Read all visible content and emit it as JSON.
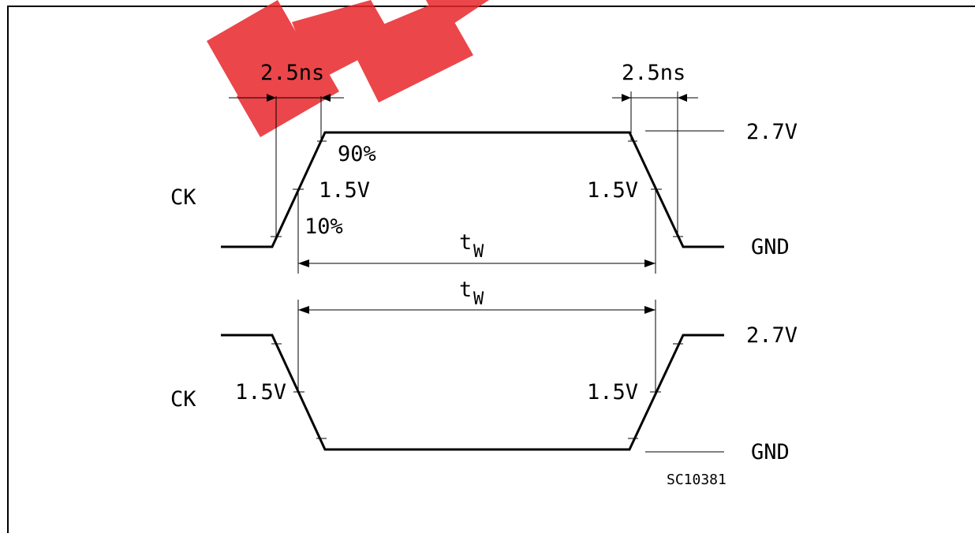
{
  "diagram": {
    "top_waveform": {
      "signal_label": "CK",
      "rise_time_label": "2.5ns",
      "fall_time_label": "2.5ns",
      "high_level_label": "2.7V",
      "low_level_label": "GND",
      "pct_90_label": "90%",
      "pct_10_label": "10%",
      "threshold_left_label": "1.5V",
      "threshold_right_label": "1.5V",
      "pulse_width_label": "t",
      "pulse_width_sub": "W"
    },
    "bottom_waveform": {
      "signal_label": "CK",
      "high_level_label": "2.7V",
      "low_level_label": "GND",
      "threshold_left_label": "1.5V",
      "threshold_right_label": "1.5V",
      "pulse_width_label": "t",
      "pulse_width_sub": "W"
    },
    "figure_code": "SC10381",
    "watermark_color": "#e8262b"
  }
}
